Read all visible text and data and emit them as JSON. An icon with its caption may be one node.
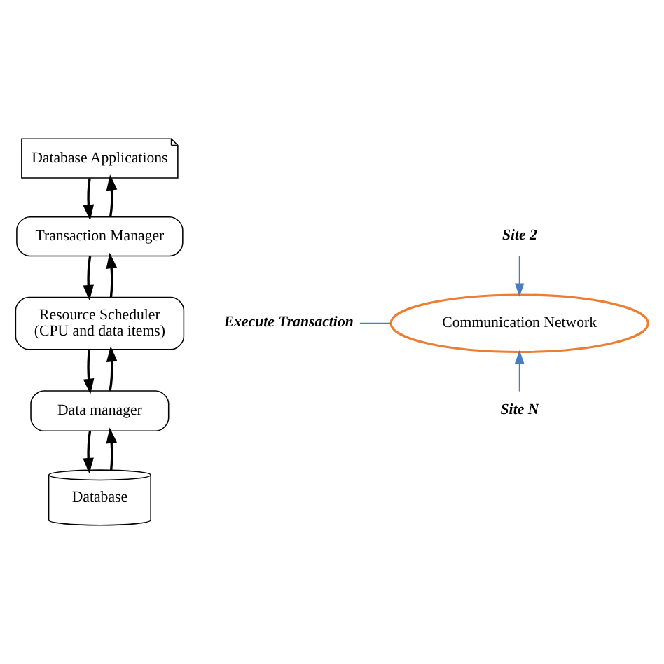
{
  "diagram": {
    "nodes": [
      {
        "text": [
          "Database Applications"
        ]
      },
      {
        "text": [
          "Transaction Manager"
        ]
      },
      {
        "text": [
          "Resource Scheduler",
          "(CPU and data items)"
        ]
      },
      {
        "text": [
          "Data manager"
        ]
      },
      {
        "text": [
          "Database"
        ]
      },
      {
        "text": [
          "Execute Transaction"
        ]
      },
      {
        "text": [
          "Site 2"
        ]
      },
      {
        "text": [
          "Communication Network"
        ]
      },
      {
        "text": [
          "Site N"
        ]
      }
    ],
    "edges": [
      {
        "from": 0,
        "to": 1,
        "arrow": "to"
      },
      {
        "from": 1,
        "to": 0,
        "arrow": "to"
      },
      {
        "from": 1,
        "to": 2,
        "arrow": "to"
      },
      {
        "from": 2,
        "to": 1,
        "arrow": "to"
      },
      {
        "from": 2,
        "to": 3,
        "arrow": "to"
      },
      {
        "from": 3,
        "to": 2,
        "arrow": "to"
      },
      {
        "from": 3,
        "to": 4,
        "arrow": "to"
      },
      {
        "from": 4,
        "to": 3,
        "arrow": "to"
      },
      {
        "from": 5,
        "to": 7,
        "arrow": "none",
        "color": "#4a7ebb"
      },
      {
        "from": 6,
        "to": 7,
        "arrow": "to",
        "color": "#4a7ebb"
      },
      {
        "from": 8,
        "to": 7,
        "arrow": "to",
        "color": "#4a7ebb"
      }
    ]
  }
}
